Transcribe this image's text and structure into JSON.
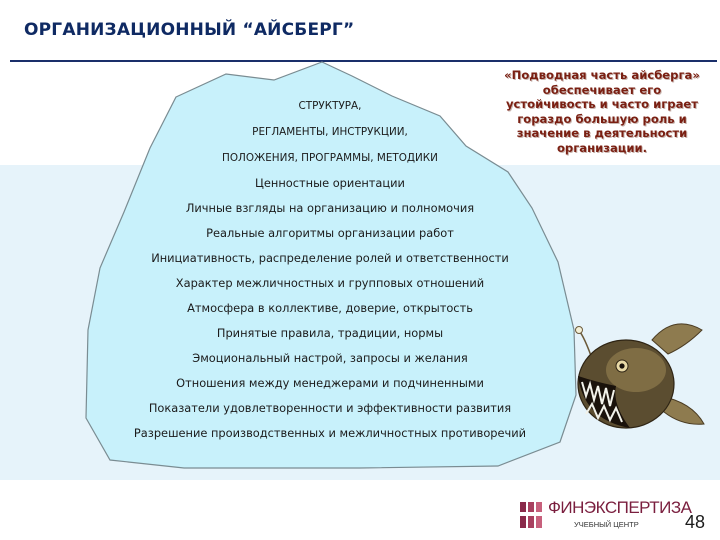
{
  "title": "ОРГАНИЗАЦИОННЫЙ “АЙСБЕРГ”",
  "iceberg": {
    "visible_part": [
      "СТРУКТУРА,",
      "РЕГЛАМЕНТЫ, ИНСТРУКЦИИ,",
      "ПОЛОЖЕНИЯ, ПРОГРАММЫ, МЕТОДИКИ"
    ],
    "hidden_part": [
      "Ценностные ориентации",
      "Личные взгляды на организацию и полномочия",
      "Реальные алгоритмы организации работ",
      "Инициативность, распределение ролей и ответственности",
      "Характер межличностных и групповых отношений",
      "Атмосфера в коллективе, доверие, открытость",
      "Принятые правила, традиции, нормы",
      "Эмоциональный настрой, запросы и желания",
      "Отношения между менеджерами и подчиненными",
      "Показатели удовлетворенности и эффективности развития",
      "Разрешение производственных и межличностных противоречий"
    ]
  },
  "callout": [
    "«Подводная часть айсберга»",
    "обеспечивает его",
    "устойчивость и часто играет",
    "гораздо большую роль и",
    "значение в деятельности",
    "организации."
  ],
  "logo": {
    "name": "ФИНЭКСПЕРТИЗА",
    "subtitle": "УЧЕБНЫЙ ЦЕНТР"
  },
  "page_number": "48",
  "colors": {
    "title": "#0f2a63",
    "iceberg_fill": "#c8f1fb",
    "water": "#e6f3fa",
    "callout": "#7a1f12"
  }
}
